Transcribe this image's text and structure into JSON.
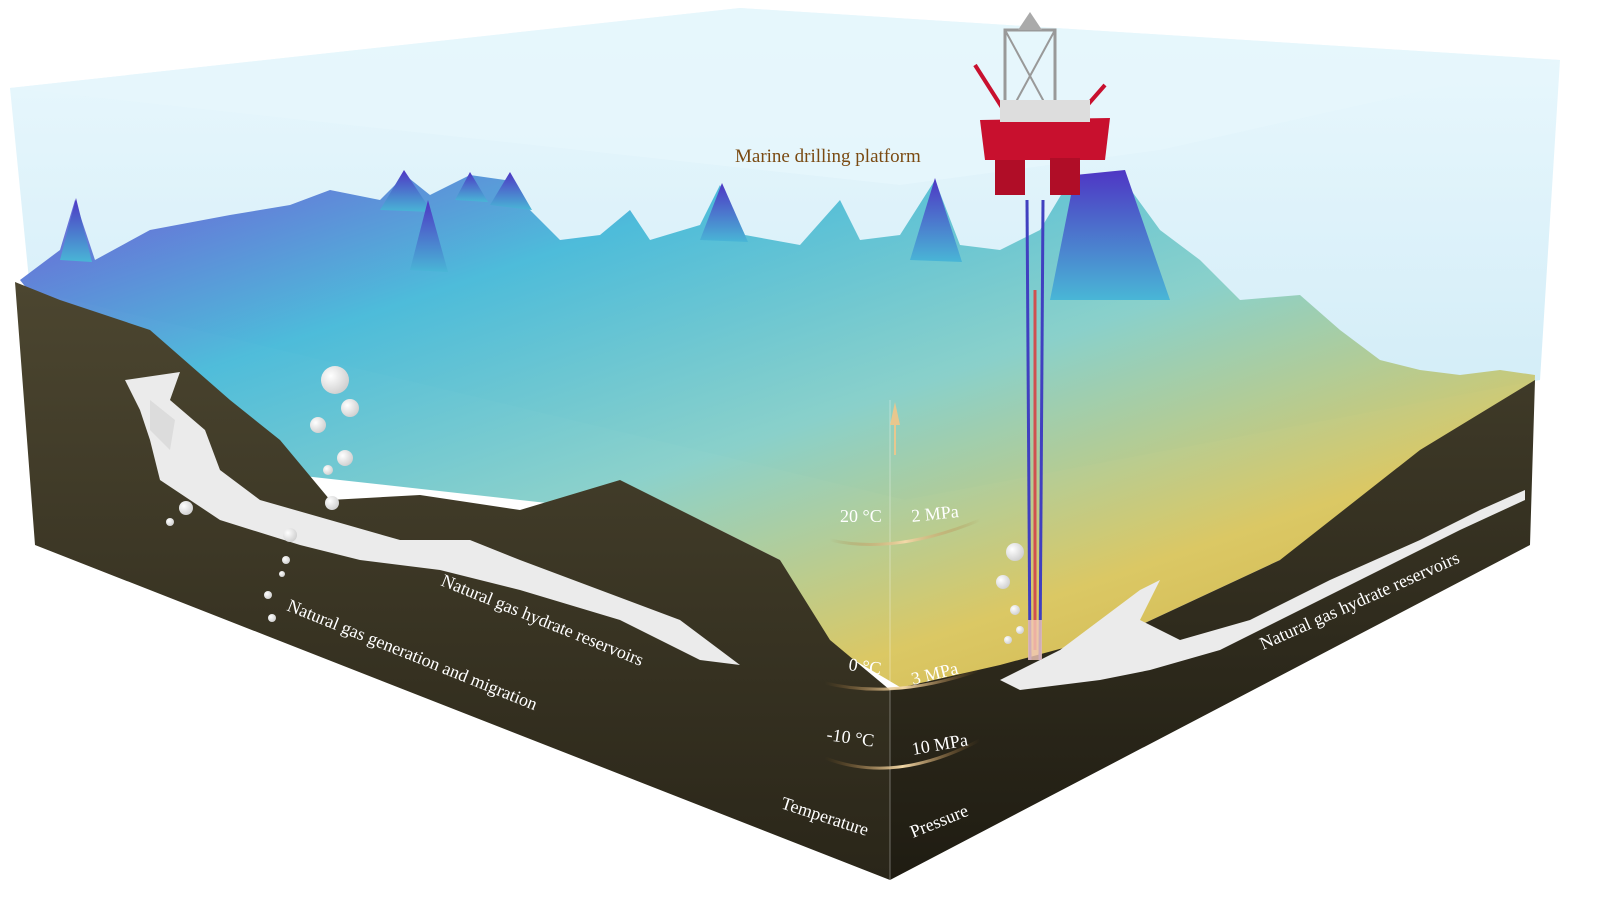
{
  "diagram": {
    "platform_label": "Marine drilling platform",
    "left_face": {
      "reservoir_label": "Natural gas hydrate reservoirs",
      "migration_label": "Natural gas generation and migration"
    },
    "right_face": {
      "reservoir_label": "Natural gas hydrate reservoirs"
    },
    "scale": {
      "temperature_axis_label": "Temperature",
      "pressure_axis_label": "Pressure",
      "levels": [
        {
          "temperature": "20 °C",
          "pressure": "2 MPa"
        },
        {
          "temperature": "0 °C",
          "pressure": "3 MPa"
        },
        {
          "temperature": "-10  °C",
          "pressure": "10 MPa"
        }
      ]
    },
    "colors": {
      "water": "#dff2fb",
      "seabed_dark": "#2f2a1c",
      "hydrate": "#ececec",
      "platform_red": "#c8102e",
      "label_brown": "#7a4a12",
      "terrain_purple": "#5b43c9",
      "terrain_cyan": "#39c4d9",
      "terrain_yellow": "#d8c24a"
    }
  }
}
